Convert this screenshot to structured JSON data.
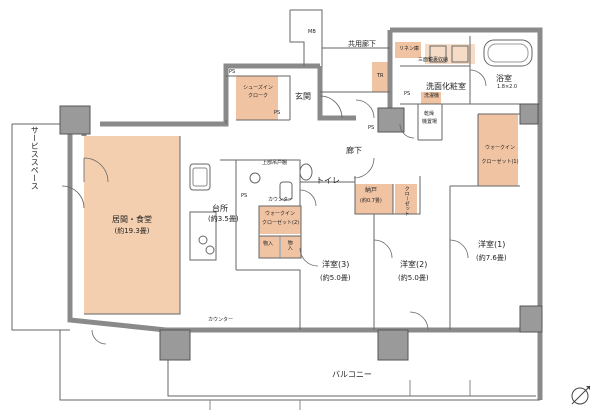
{
  "labels": {
    "service_space": "サービススペース",
    "living_dining": "居間・食堂",
    "living_dining_size": "(約19.3畳)",
    "kitchen": "台所",
    "kitchen_size": "(約3.5畳)",
    "entrance": "玄関",
    "shoes_in_closet_1": "シューズイン",
    "shoes_in_closet_2": "クローク",
    "ps": "PS",
    "mb": "MB",
    "common_corridor": "共用廊下",
    "tr": "TR",
    "corridor": "廊下",
    "toilet": "トイレ",
    "upper_cabinet": "上部吊戸棚",
    "counter_small": "カウンター",
    "walkin_closet_2_a": "ウォークイン",
    "walkin_closet_2_b": "クローゼット(2)",
    "storage": "物入",
    "nando": "納戸",
    "nando_size": "(約0.7畳)",
    "closet": "クローゼット",
    "washroom": "洗面化粧室",
    "bathroom": "浴室",
    "bath_size": "1.8×2.0",
    "walkin_closet_1_a": "ウォークイン",
    "walkin_closet_1_b": "クローゼット(1)",
    "western_1": "洋室(1)",
    "western_1_size": "(約7.6畳)",
    "western_2": "洋室(2)",
    "western_2_size": "(約5.0畳)",
    "western_3": "洋室(3)",
    "western_3_size": "(約5.0畳)",
    "balcony": "バルコニー",
    "counter": "カウンター",
    "linen": "リネン庫",
    "washer": "洗濯機",
    "dryer_a": "乾燥",
    "dryer_b": "機置場",
    "mirror_cabinet": "三面鏡裏収納"
  },
  "colors": {
    "wall": "#8a8a8a",
    "line": "#555555",
    "accent_room": "#f3cfb0",
    "closet_fill": "#f0c3a3"
  },
  "icons": {
    "compass": "north-arrow-icon"
  }
}
